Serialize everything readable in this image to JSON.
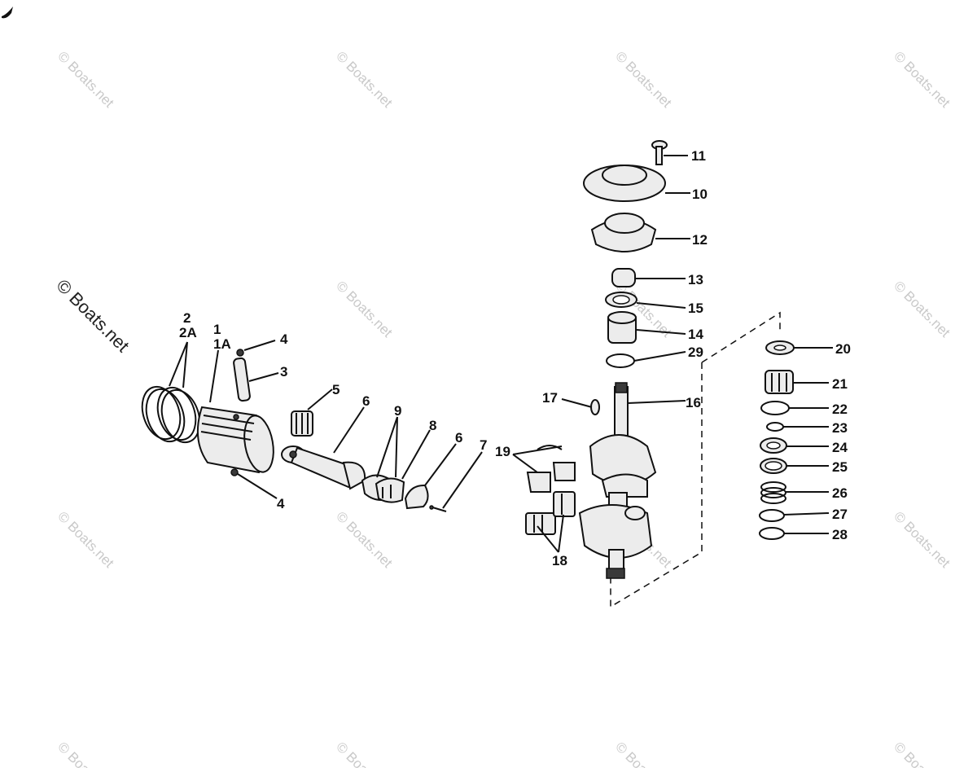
{
  "watermark": {
    "text": "© Boats.net",
    "main_text": "© Boats.net"
  },
  "callouts": {
    "c1": "1",
    "c1a": "1A",
    "c2": "2",
    "c2a": "2A",
    "c3": "3",
    "c4a": "4",
    "c4b": "4",
    "c5": "5",
    "c6a": "6",
    "c6b": "6",
    "c7": "7",
    "c8": "8",
    "c9": "9",
    "c10": "10",
    "c11": "11",
    "c12": "12",
    "c13": "13",
    "c14": "14",
    "c15": "15",
    "c16": "16",
    "c17": "17",
    "c18": "18",
    "c19": "19",
    "c20": "20",
    "c21": "21",
    "c22": "22",
    "c23": "23",
    "c24": "24",
    "c25": "25",
    "c26": "26",
    "c27": "27",
    "c28": "28",
    "c29": "29"
  }
}
